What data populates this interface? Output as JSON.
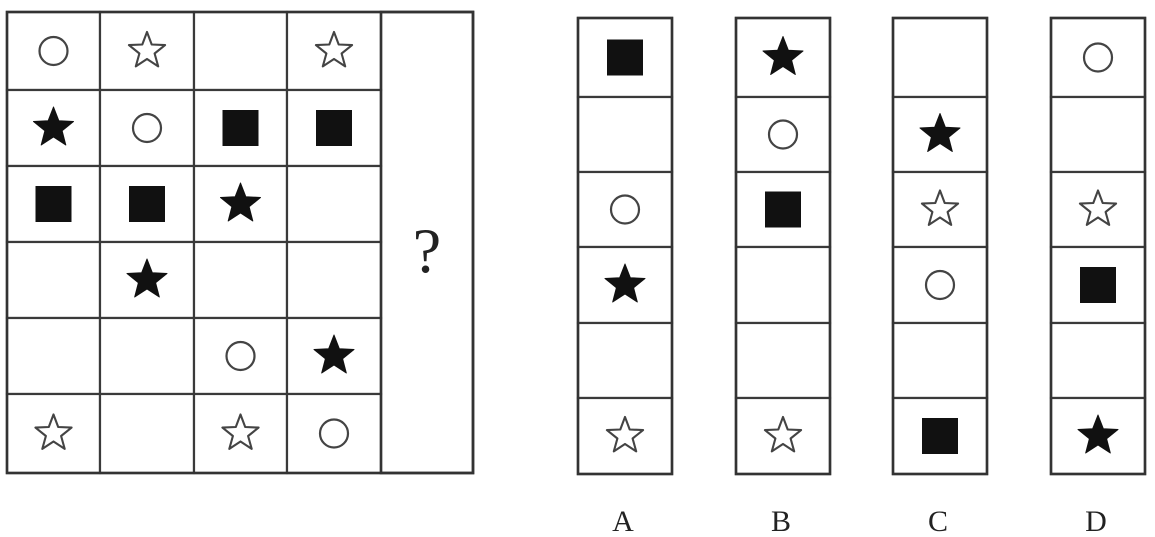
{
  "grid": {
    "columns": [
      [
        "circle-outline",
        "star-filled",
        "square-filled",
        "empty",
        "empty",
        "star-outline"
      ],
      [
        "star-outline",
        "circle-outline",
        "square-filled",
        "star-filled",
        "empty",
        "empty"
      ],
      [
        "empty",
        "square-filled",
        "star-filled",
        "empty",
        "circle-outline",
        "star-outline"
      ],
      [
        "star-outline",
        "square-filled",
        "empty",
        "empty",
        "star-filled",
        "circle-outline"
      ]
    ],
    "question_mark": "?"
  },
  "options": [
    {
      "label": "A",
      "cells": [
        "square-filled",
        "empty",
        "circle-outline",
        "star-filled",
        "empty",
        "star-outline"
      ]
    },
    {
      "label": "B",
      "cells": [
        "star-filled",
        "circle-outline",
        "square-filled",
        "empty",
        "empty",
        "star-outline"
      ]
    },
    {
      "label": "C",
      "cells": [
        "empty",
        "star-filled",
        "star-outline",
        "circle-outline",
        "empty",
        "square-filled"
      ]
    },
    {
      "label": "D",
      "cells": [
        "circle-outline",
        "empty",
        "star-outline",
        "square-filled",
        "empty",
        "star-filled"
      ]
    }
  ],
  "colors": {
    "line": "#3a3a3a",
    "filled": "#111111",
    "background": "#ffffff"
  }
}
